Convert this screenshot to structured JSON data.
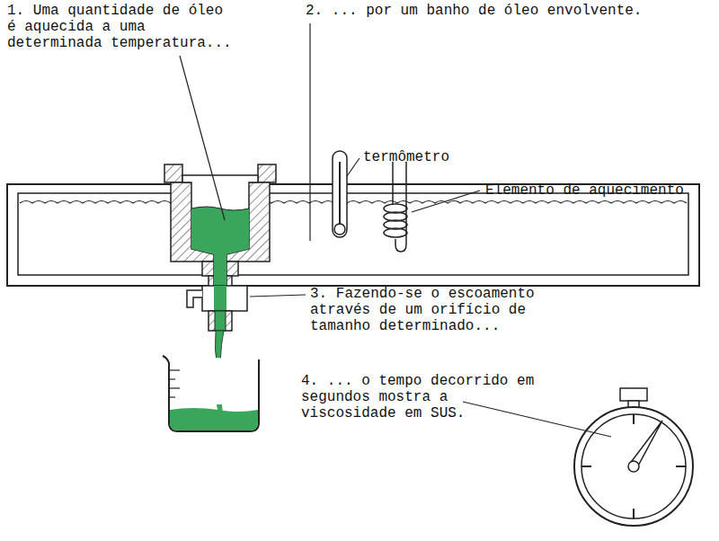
{
  "diagram": {
    "labels": [
      "1. Uma quantidade de óleo é aquecida a uma determinada temperatura...",
      "2. ... por um banho de óleo envolvente.",
      "termômetro",
      "Elemento de aquecimento",
      "3. Fazendo-se o escoamento através de um orifício de tamanho determinado...",
      "4. ... o tempo decorrido em segundos mostra a viscosidade em SUS."
    ]
  }
}
